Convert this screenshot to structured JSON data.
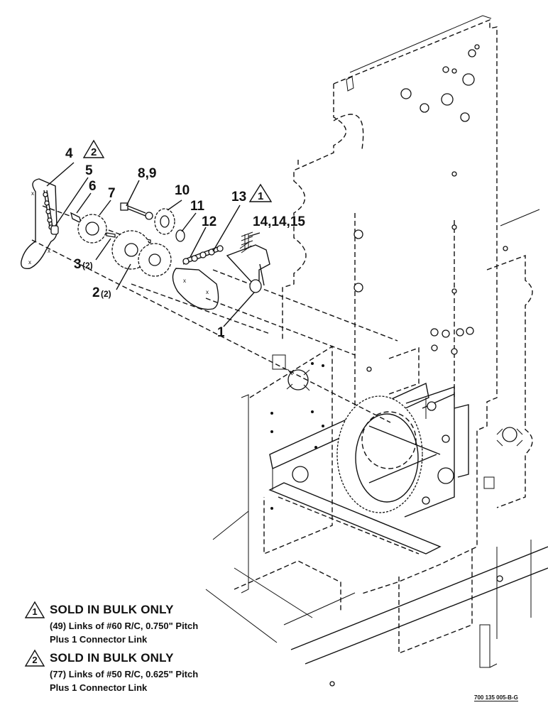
{
  "callouts": {
    "c1": "1",
    "c2": "2",
    "c2_qty": "(2)",
    "c3": "3",
    "c3_qty": "(2)",
    "c4": "4",
    "c5": "5",
    "c6": "6",
    "c7": "7",
    "c8_9": "8,9",
    "c10": "10",
    "c11": "11",
    "c12": "12",
    "c13": "13",
    "c14_15": "14,14,15"
  },
  "triangles": {
    "one": "1",
    "two": "2"
  },
  "notes": [
    {
      "number": "1",
      "title": "SOLD IN BULK ONLY",
      "line1": "(49) Links of #60 R/C, 0.750\" Pitch",
      "line2": "Plus 1 Connector Link"
    },
    {
      "number": "2",
      "title": "SOLD IN BULK ONLY",
      "line1": "(77) Links of #50 R/C, 0.625\" Pitch",
      "line2": "Plus 1 Connector Link"
    }
  ],
  "figure_id": "700 135 005-B-G"
}
